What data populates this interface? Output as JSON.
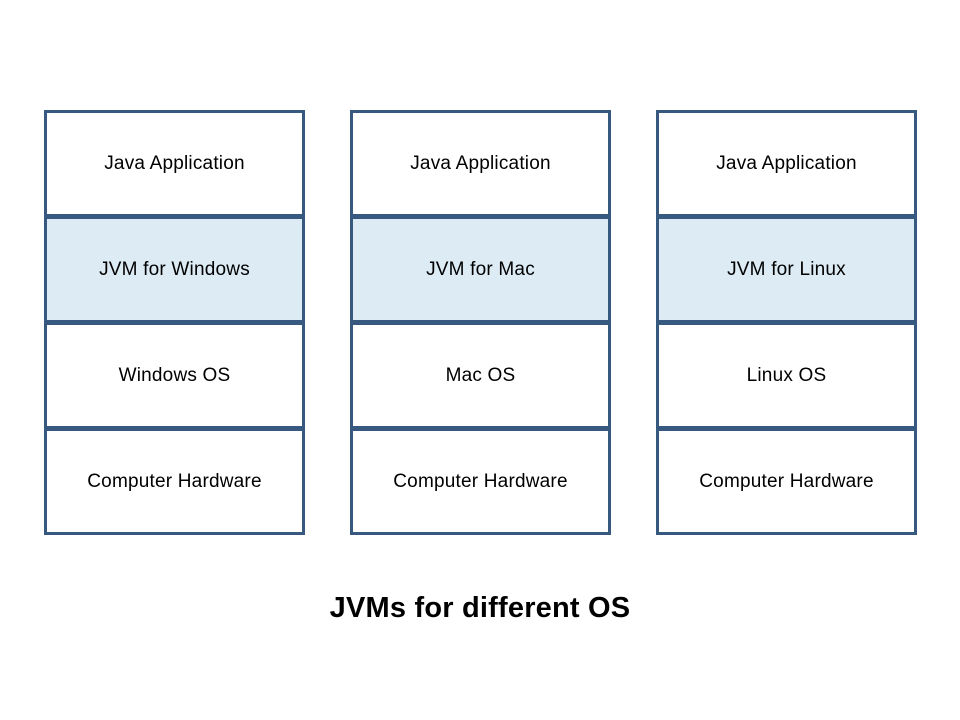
{
  "title": "JVMs for different OS",
  "colors": {
    "border": "#38597F",
    "highlight_fill": "#DCEBF4",
    "box_fill": "#FFFFFF",
    "text": "#000000"
  },
  "stacks": [
    {
      "name": "windows",
      "layers": [
        {
          "label": "Java Application"
        },
        {
          "label": "JVM for Windows"
        },
        {
          "label": "Windows OS"
        },
        {
          "label": "Computer Hardware"
        }
      ]
    },
    {
      "name": "mac",
      "layers": [
        {
          "label": "Java Application"
        },
        {
          "label": "JVM for Mac"
        },
        {
          "label": "Mac OS"
        },
        {
          "label": "Computer Hardware"
        }
      ]
    },
    {
      "name": "linux",
      "layers": [
        {
          "label": "Java Application"
        },
        {
          "label": "JVM for Linux"
        },
        {
          "label": "Linux OS"
        },
        {
          "label": "Computer Hardware"
        }
      ]
    }
  ]
}
